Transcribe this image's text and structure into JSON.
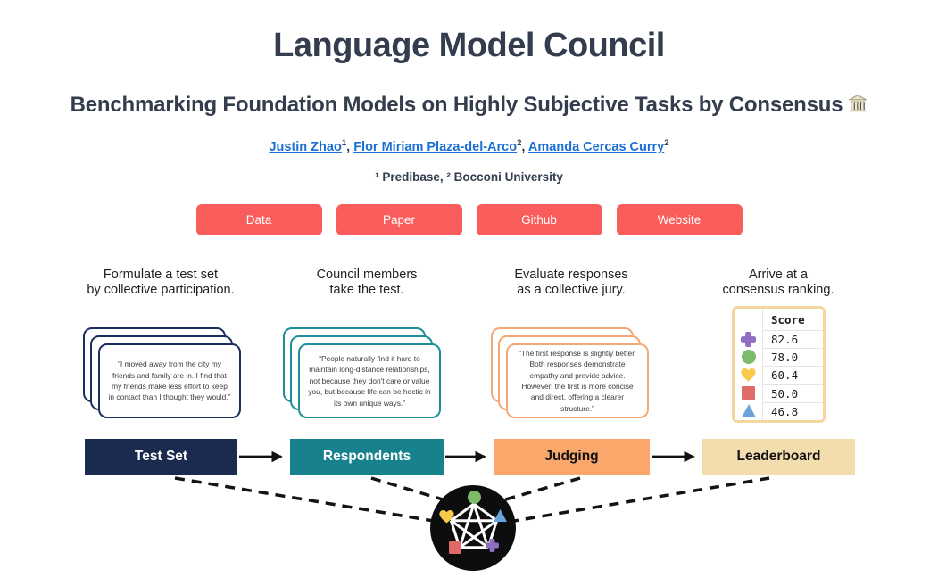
{
  "theme": {
    "title_color": "#333d4d",
    "link_color": "#1a6fd4",
    "button_bg": "#f85d5c",
    "button_text": "#ffffff",
    "hub_bg": "#0d0d0d"
  },
  "header": {
    "title": "Language Model Council",
    "subtitle": "Benchmarking Foundation Models on Highly Subjective Tasks by Consensus",
    "subtitle_icon": "classical-building",
    "authors": [
      {
        "name": "Justin Zhao",
        "sup": "1",
        "trailing": ", "
      },
      {
        "name": "Flor Miriam Plaza-del-Arco",
        "sup": "2",
        "trailing": ", "
      },
      {
        "name": "Amanda Cercas Curry",
        "sup": "2",
        "trailing": ""
      }
    ],
    "affiliations": "¹ Predibase, ² Bocconi University"
  },
  "buttons": [
    {
      "label": "Data"
    },
    {
      "label": "Paper"
    },
    {
      "label": "Github"
    },
    {
      "label": "Website"
    }
  ],
  "pipeline": {
    "steps": [
      {
        "caption": [
          "Formulate a test set",
          "by collective participation."
        ],
        "quote": "“I moved away from the city my friends and family are in. I find that my friends make less effort to keep in contact than I thought they would.”",
        "card_border": "#1b2f5e"
      },
      {
        "caption": [
          "Council members",
          "take the test."
        ],
        "quote": "“People naturally find it hard to maintain long-distance relationships, not because they don't care or value you, but because life can be hectic in its own unique ways.”",
        "card_border": "#1d8e9a"
      },
      {
        "caption": [
          "Evaluate responses",
          "as a collective jury."
        ],
        "quote": "“The first response is slightly better. Both responses demonstrate empathy and provide advice. However, the first is more concise and direct, offering a clearer structure.”",
        "card_border": "#f4a876"
      },
      {
        "caption": [
          "Arrive at a",
          "consensus ranking."
        ]
      }
    ],
    "boxes": [
      {
        "label": "Test Set",
        "bg": "#1b2a4f",
        "text": "#ffffff"
      },
      {
        "label": "Respondents",
        "bg": "#17828d",
        "text": "#ffffff"
      },
      {
        "label": "Judging",
        "bg": "#f9a76b",
        "text": "#111111"
      },
      {
        "label": "Leaderboard",
        "bg": "#f3dcae",
        "text": "#111111"
      }
    ]
  },
  "leaderboard": {
    "header": "Score",
    "border_color": "#f3d79f",
    "rows": [
      {
        "icon": "plus-icon",
        "color": "#8e6fc2",
        "score": "82.6"
      },
      {
        "icon": "circle-icon",
        "color": "#7eba6c",
        "score": "78.0"
      },
      {
        "icon": "heart-icon",
        "color": "#f8c94a",
        "score": "60.4"
      },
      {
        "icon": "square-icon",
        "color": "#e06a68",
        "score": "50.0"
      },
      {
        "icon": "triangle-icon",
        "color": "#6aa4dc",
        "score": "46.8"
      }
    ]
  },
  "hub": {
    "members": [
      {
        "icon": "circle-icon",
        "color": "#7eba6c"
      },
      {
        "icon": "heart-icon",
        "color": "#f8c94a"
      },
      {
        "icon": "triangle-icon",
        "color": "#6aa4dc"
      },
      {
        "icon": "square-icon",
        "color": "#e06a68"
      },
      {
        "icon": "plus-icon",
        "color": "#8e6fc2"
      }
    ]
  }
}
